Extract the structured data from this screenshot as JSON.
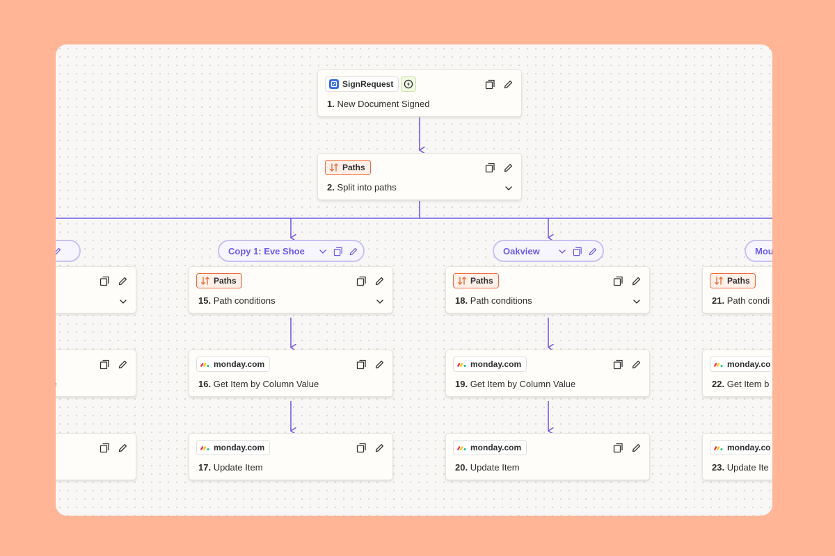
{
  "canvas": {
    "trigger": {
      "app": "SignRequest",
      "step_number": "1.",
      "title": "New Document Signed",
      "icons": [
        "signrequest-icon",
        "instant-trigger-icon",
        "duplicate-icon",
        "edit-icon"
      ]
    },
    "split": {
      "app": "Paths",
      "step_number": "2.",
      "title": "Split into paths",
      "icons": [
        "paths-icon",
        "duplicate-icon",
        "edit-icon",
        "chevron-down-icon"
      ]
    },
    "branches": [
      {
        "name": "",
        "nodes": [
          {
            "app": "",
            "step_number": "",
            "title": ""
          },
          {
            "app": "",
            "step_number": "",
            "title": "ue"
          },
          {
            "app": "",
            "step_number": "",
            "title": ""
          }
        ]
      },
      {
        "name": "Copy 1: Eve Shoe",
        "nodes": [
          {
            "app": "Paths",
            "step_number": "15.",
            "title": "Path conditions"
          },
          {
            "app": "monday.com",
            "step_number": "16.",
            "title": "Get Item by Column Value"
          },
          {
            "app": "monday.com",
            "step_number": "17.",
            "title": "Update Item"
          }
        ]
      },
      {
        "name": "Oakview",
        "nodes": [
          {
            "app": "Paths",
            "step_number": "18.",
            "title": "Path conditions"
          },
          {
            "app": "monday.com",
            "step_number": "19.",
            "title": "Get Item by Column Value"
          },
          {
            "app": "monday.com",
            "step_number": "20.",
            "title": "Update Item"
          }
        ]
      },
      {
        "name": "Mou",
        "nodes": [
          {
            "app": "Paths",
            "step_number": "21.",
            "title": "Path condi"
          },
          {
            "app": "monday.co",
            "step_number": "22.",
            "title": "Get Item b"
          },
          {
            "app": "monday.co",
            "step_number": "23.",
            "title": "Update Ite"
          }
        ]
      }
    ]
  },
  "colors": {
    "page_background": "#FFB596",
    "canvas_background": "#F8F7F5",
    "connector": "#6C5CE7",
    "paths_accent": "#F26B3A",
    "branch_pill_border": "#C9C1F4",
    "text": "#2D2E2E"
  }
}
